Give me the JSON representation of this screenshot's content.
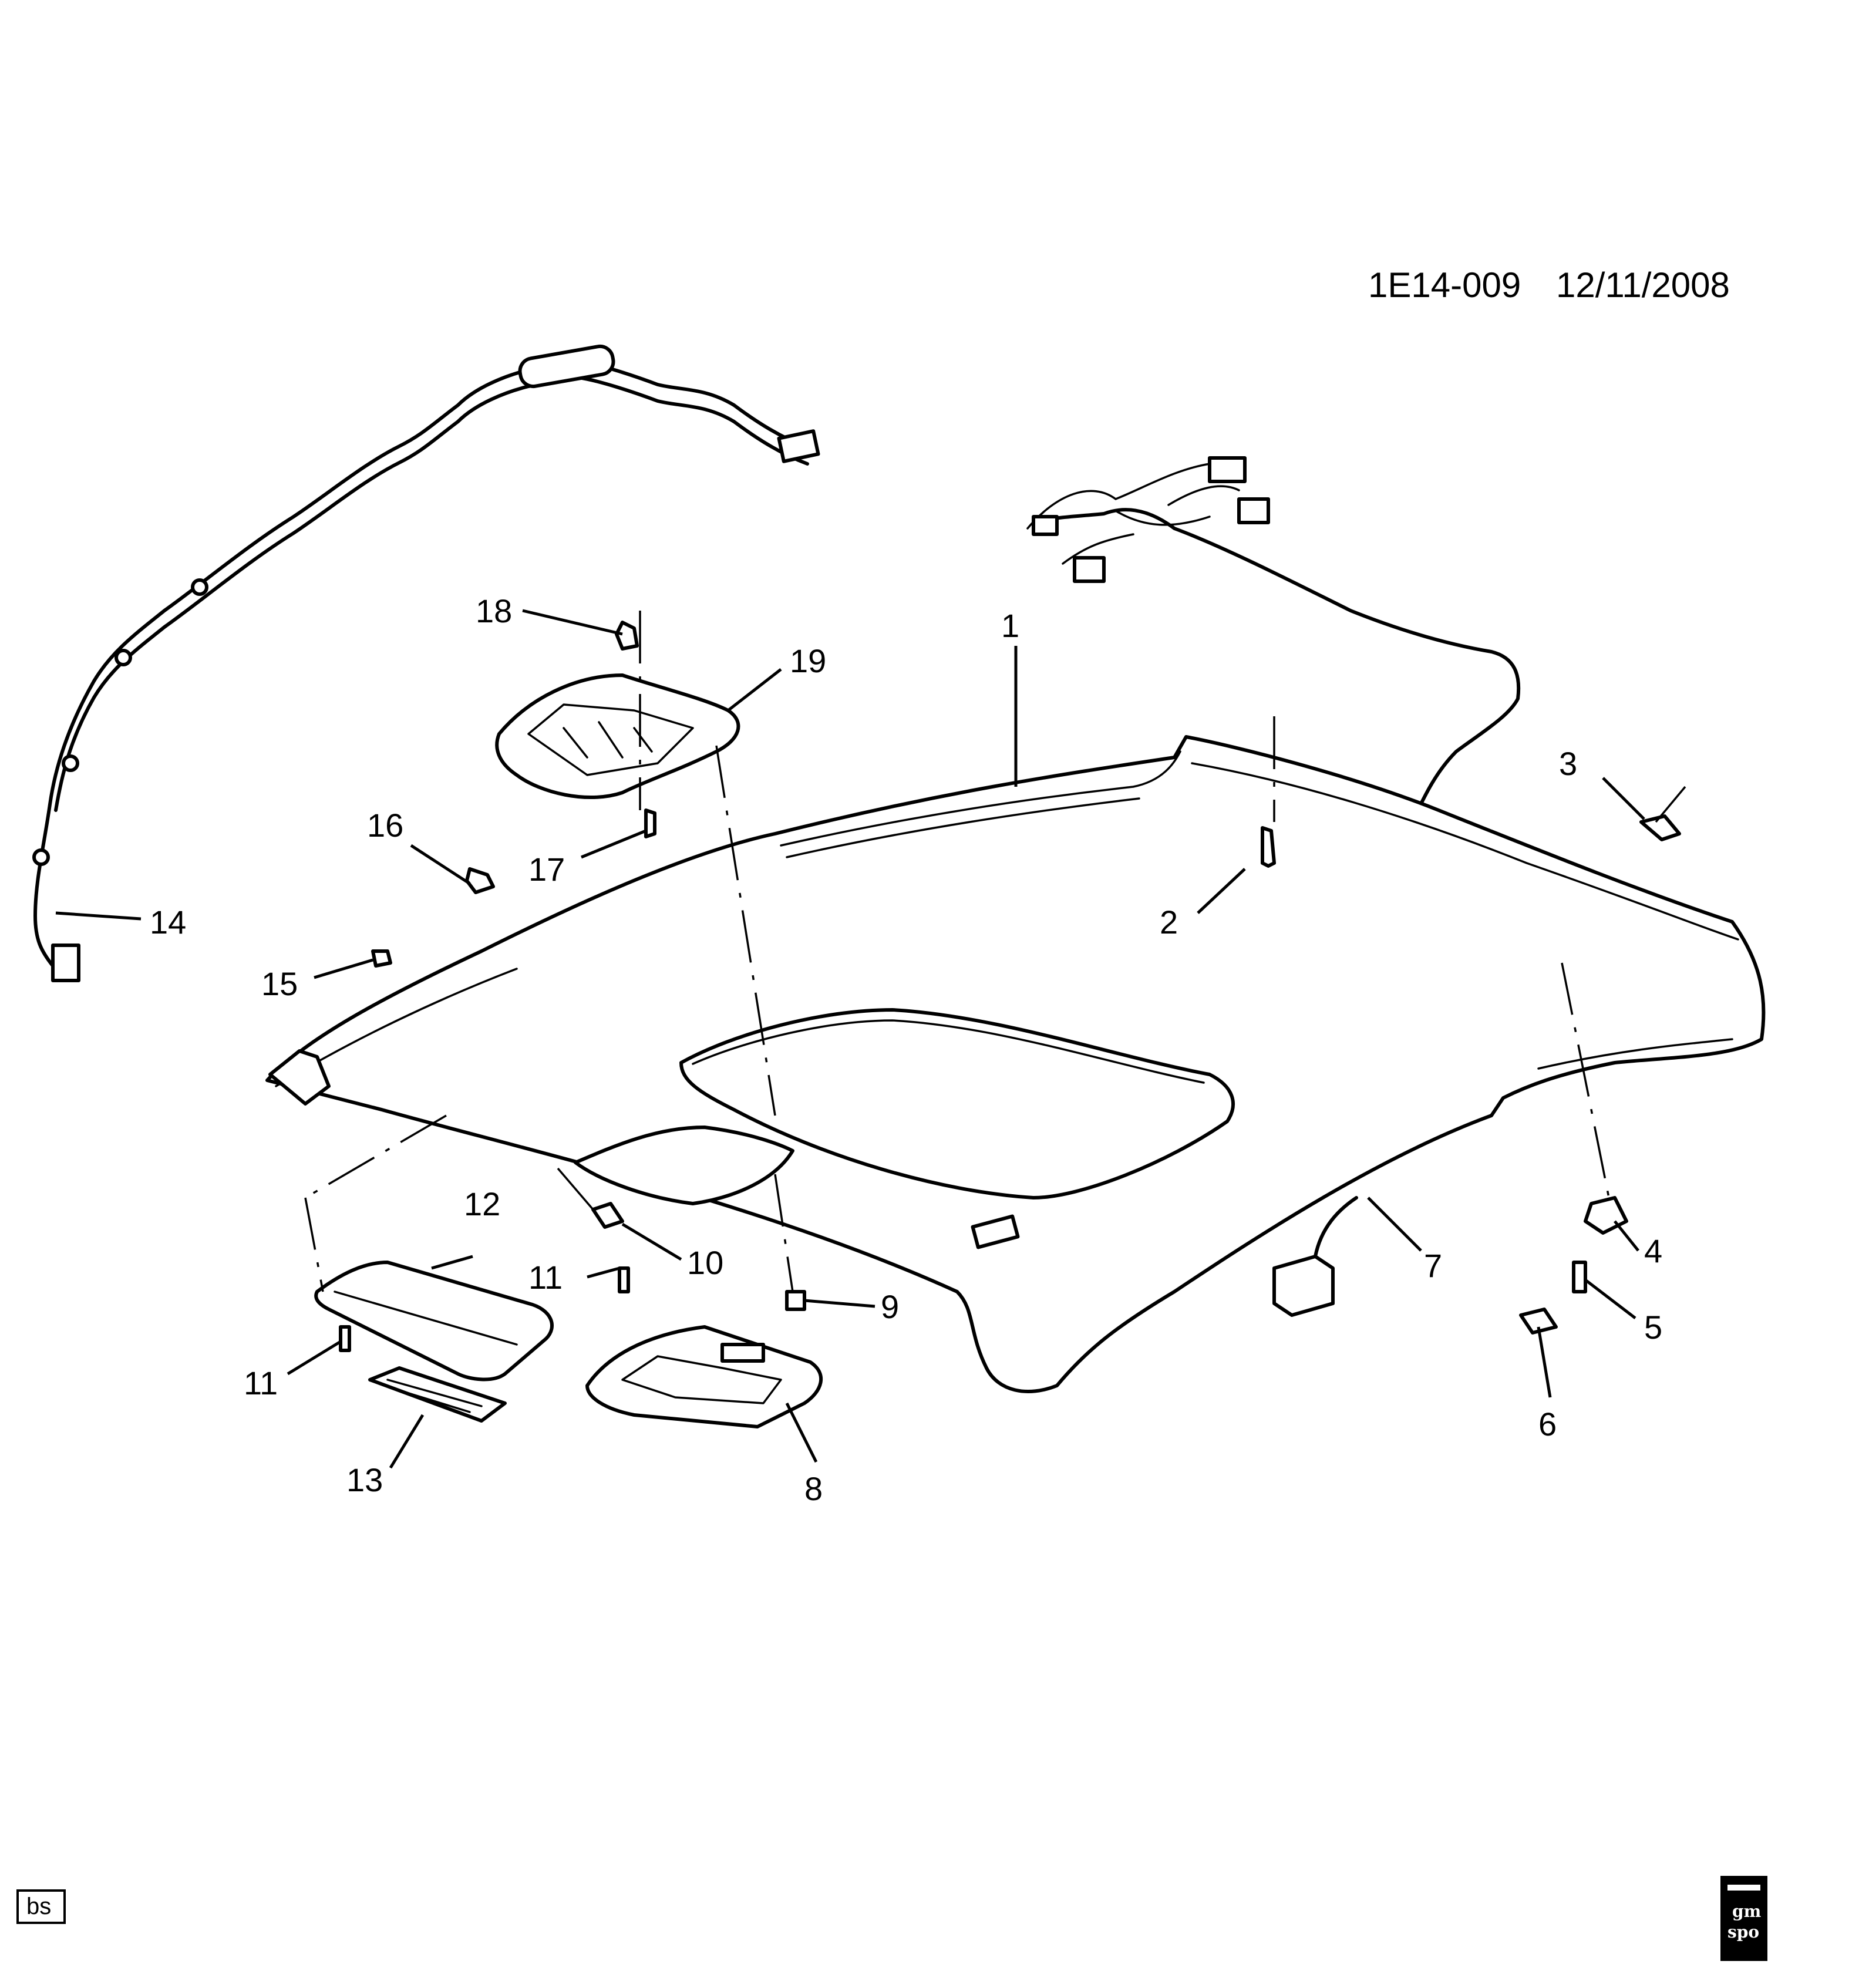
{
  "diagram_id": "1E14-009",
  "date": "12/11/2008",
  "corner_tag": "bs",
  "logo_text": [
    "gm",
    "spo"
  ],
  "callouts": [
    {
      "id": "c1",
      "label": "1"
    },
    {
      "id": "c2",
      "label": "2"
    },
    {
      "id": "c3",
      "label": "3"
    },
    {
      "id": "c4",
      "label": "4"
    },
    {
      "id": "c5",
      "label": "5"
    },
    {
      "id": "c6",
      "label": "6"
    },
    {
      "id": "c7",
      "label": "7"
    },
    {
      "id": "c8",
      "label": "8"
    },
    {
      "id": "c9",
      "label": "9"
    },
    {
      "id": "c10",
      "label": "10"
    },
    {
      "id": "c11a",
      "label": "11"
    },
    {
      "id": "c11b",
      "label": "11"
    },
    {
      "id": "c12",
      "label": "12"
    },
    {
      "id": "c13",
      "label": "13"
    },
    {
      "id": "c14",
      "label": "14"
    },
    {
      "id": "c15",
      "label": "15"
    },
    {
      "id": "c16",
      "label": "16"
    },
    {
      "id": "c17",
      "label": "17"
    },
    {
      "id": "c18",
      "label": "18"
    },
    {
      "id": "c19",
      "label": "19"
    }
  ]
}
